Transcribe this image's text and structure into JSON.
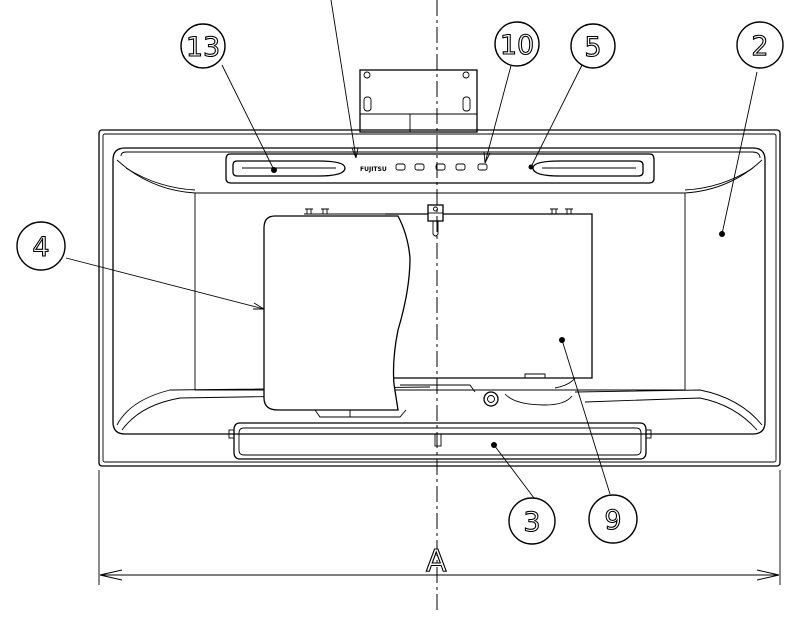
{
  "drawing": {
    "callouts": [
      {
        "id": "13",
        "label": "13"
      },
      {
        "id": "10",
        "label": "10"
      },
      {
        "id": "5",
        "label": "5"
      },
      {
        "id": "2",
        "label": "2"
      },
      {
        "id": "4",
        "label": "4"
      },
      {
        "id": "3",
        "label": "3"
      },
      {
        "id": "9",
        "label": "9"
      }
    ],
    "dimension_label": "A",
    "panel_logo_text": "FUJITSU"
  }
}
